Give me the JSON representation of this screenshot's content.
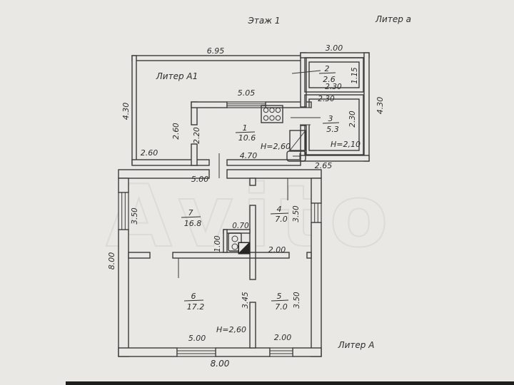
{
  "page": {
    "floor_title": "Этаж 1",
    "liter_top": "Литер а",
    "liter_annex": "Литер А1",
    "liter_main": "Литер А",
    "watermark": "Avito"
  },
  "colors": {
    "paper": "#e9e8e5",
    "ink": "#3a3a38",
    "scan_edge": "#1d1d1b"
  },
  "rooms": {
    "r1": {
      "num": "1",
      "area": "10.6",
      "height": "H=2,60"
    },
    "r2": {
      "num": "2",
      "area": "2.6"
    },
    "r3": {
      "num": "3",
      "area": "5.3",
      "height": "H=2,10"
    },
    "r4": {
      "num": "4",
      "area": "7.0"
    },
    "r5": {
      "num": "5",
      "area": "7.0"
    },
    "r6": {
      "num": "6",
      "area": "17.2",
      "height": "H=2,60"
    },
    "r7": {
      "num": "7",
      "area": "16.8"
    }
  },
  "dims": {
    "annex_width": "6.95",
    "block_width": "3.00",
    "kitchen_top": "5.05",
    "room2_width": "2.30",
    "room2_depth": "1.15",
    "room3_top": "2.30",
    "room3_depth": "2.30",
    "block_height": "4.30",
    "annex_height": "4.30",
    "kitchen_width": "4.70",
    "kitchen_depth_outer": "2.60",
    "kitchen_depth_inner": "2.20",
    "annex_bottom": "2.60",
    "block_bottom": "2.65",
    "room7_width": "5.00",
    "room7_depth": "3.50",
    "nook_width": "0.70",
    "nook_depth": "1.00",
    "room4_depth": "3.50",
    "room4_bottom": "2.00",
    "room6_depth": "3.45",
    "room6_bottom": "5.00",
    "room5_depth": "3.50",
    "room5_bottom": "2.00",
    "house_width": "8.00",
    "house_height": "8.00"
  }
}
